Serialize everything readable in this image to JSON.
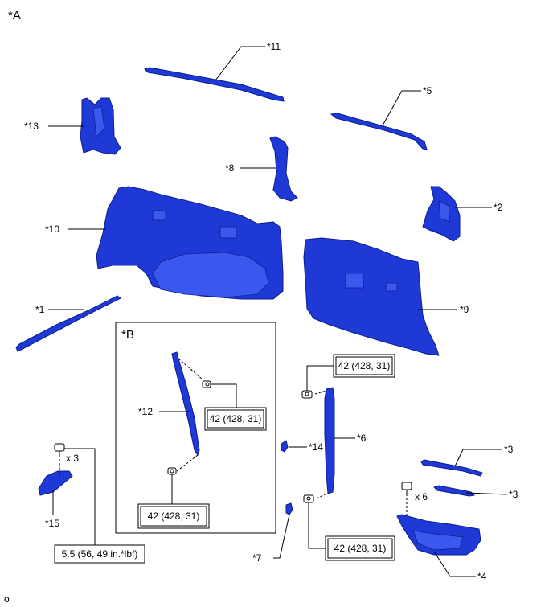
{
  "view_labels": {
    "a": "*A",
    "b": "*B"
  },
  "footer_id": "o",
  "torque_labels": {
    "t1": "42 (428, 31)",
    "t2": "42 (428, 31)",
    "t3": "42 (428, 31)",
    "t4": "42 (428, 31)",
    "t5": "5.5 (56, 49 in.*lbf)"
  },
  "qty_labels": {
    "q1": "x 3",
    "q2": "x 6"
  },
  "callouts": {
    "c1": "*1",
    "c2": "*2",
    "c3a": "*3",
    "c3b": "*3",
    "c4": "*4",
    "c5": "*5",
    "c6": "*6",
    "c7": "*7",
    "c8": "*8",
    "c9": "*9",
    "c10": "*10",
    "c11": "*11",
    "c12": "*12",
    "c13": "*13",
    "c14": "*14",
    "c15": "*15"
  },
  "colors": {
    "part_fill": "#1e39d6",
    "part_stroke": "#0c1e8e",
    "line": "#000000"
  }
}
